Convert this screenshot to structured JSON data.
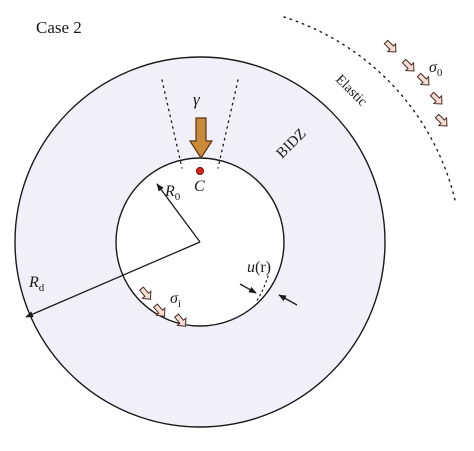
{
  "case_label": "Case 2",
  "labels": {
    "gamma": "γ",
    "sigma0": {
      "base": "σ",
      "sub": "0"
    },
    "elastic": "Elastic",
    "bidz": "BIDZ",
    "r0": {
      "base": "R",
      "sub": "0"
    },
    "c": "C",
    "u_r": {
      "base": "u",
      "paren": "(r)"
    },
    "rd": {
      "base": "R",
      "sub": "d"
    },
    "sigma_i": {
      "base": "σ",
      "sub": "i"
    }
  },
  "colors": {
    "zone_fill": "#f1eff8",
    "outline": "#1a1a1a",
    "load_arrow_fill": "#c98a3a",
    "load_arrow_stroke": "#5a3510",
    "small_arrow_fill": "#f3dcd2",
    "small_arrow_stroke": "#4a2a22",
    "point_c": "#d9261c"
  }
}
